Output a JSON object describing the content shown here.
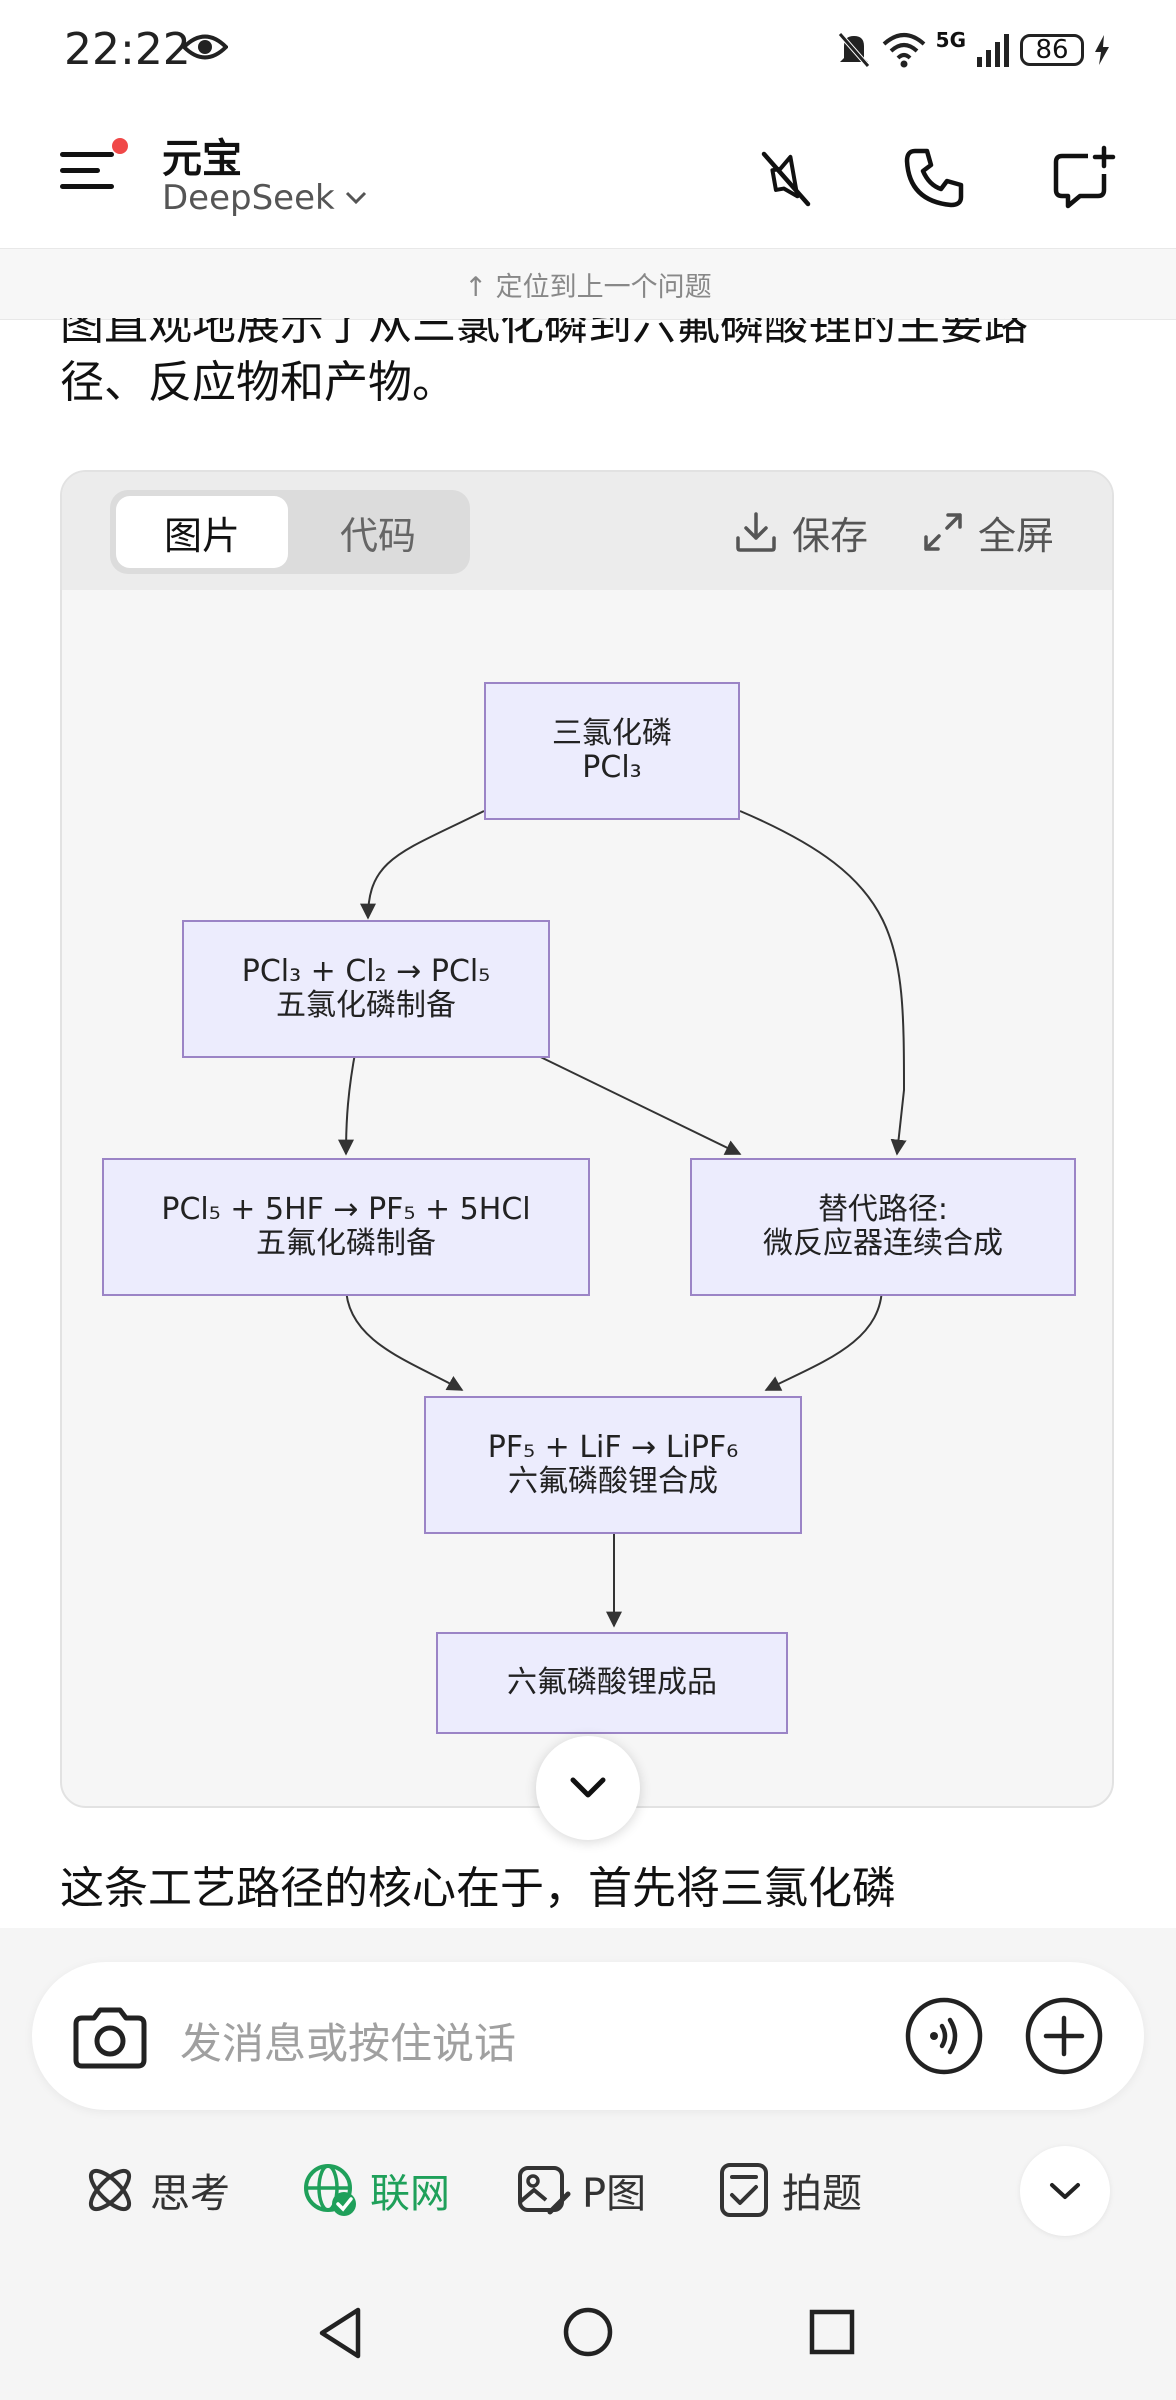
{
  "status_bar": {
    "time": "22:22",
    "network": "5G",
    "battery": "86",
    "icons": [
      "eye-icon",
      "mute-bell-icon",
      "wifi-icon",
      "signal-icon",
      "battery-icon",
      "charging-icon"
    ]
  },
  "header": {
    "title": "元宝",
    "model": "DeepSeek",
    "icons": [
      "menu-icon",
      "mute-speaker-icon",
      "phone-icon",
      "new-chat-icon"
    ]
  },
  "locate_bar": {
    "text": "↑ 定位到上一个问题"
  },
  "content": {
    "intro_line1": "图直观地展示了从三氯化磷到六氟磷酸锂的主要路",
    "intro_line2": "径、反应物和产物。",
    "card": {
      "tab_image": "图片",
      "tab_code": "代码",
      "save_label": "保存",
      "fullscreen_label": "全屏"
    },
    "diagram": {
      "nodes": {
        "pcl3": {
          "line1": "三氯化磷",
          "line2": "PCl₃"
        },
        "pcl5": {
          "line1": "PCl₃ + Cl₂ → PCl₅",
          "line2": "五氯化磷制备"
        },
        "pf5": {
          "line1": "PCl₅ + 5HF → PF₅ + 5HCl",
          "line2": "五氟化磷制备"
        },
        "alt": {
          "line1": "替代路径:",
          "line2": "微反应器连续合成"
        },
        "lipf6": {
          "line1": "PF₅ + LiF → LiPF₆",
          "line2": "六氟磷酸锂合成"
        },
        "product": {
          "line1": "六氟磷酸锂成品"
        }
      }
    },
    "after_text": "这条工艺路径的核心在于，首先将三氯化磷"
  },
  "input": {
    "placeholder": "发消息或按住说话"
  },
  "tools": {
    "think": "思考",
    "web": "联网",
    "pimage": "P图",
    "photo_question": "拍题"
  },
  "colors": {
    "accent_green": "#1fa05a",
    "node_fill": "#ececfd",
    "node_border": "#9b84c6",
    "notification_dot": "#f04848"
  }
}
